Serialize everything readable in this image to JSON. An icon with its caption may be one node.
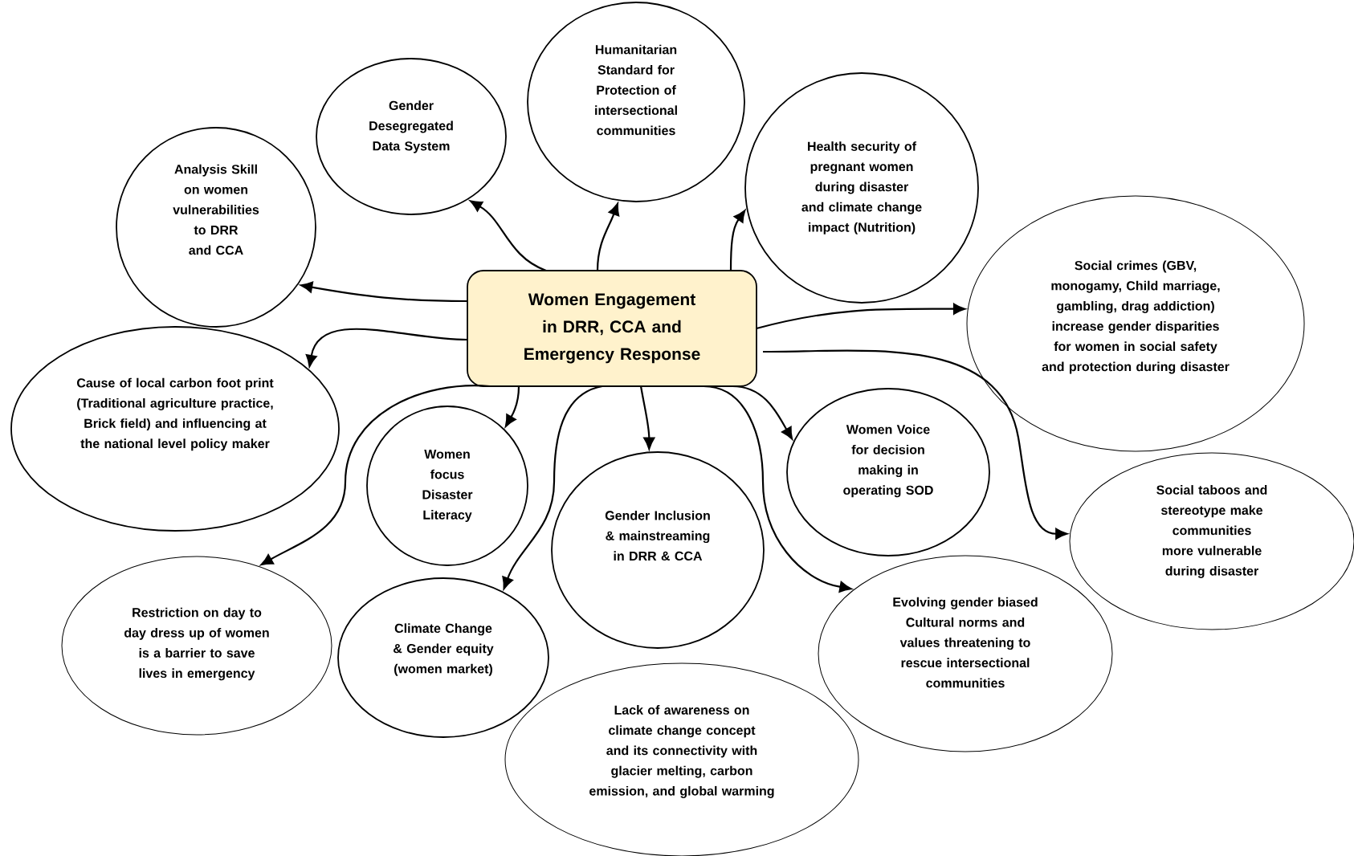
{
  "diagram": {
    "nodes": [
      {
        "text": [
          "Women Engagement in DRR, CCA and Emergency Response"
        ]
      },
      {
        "text": [
          "Analysis Skill on women vulnerabilities to DRR and CCA"
        ]
      },
      {
        "text": [
          "Gender Desegregated Data System"
        ]
      },
      {
        "text": [
          "Humanitarian Standard for Protection of intersectional communities"
        ]
      },
      {
        "text": [
          "Health security of pregnant women during disaster and climate change impact (Nutrition)"
        ]
      },
      {
        "text": [
          "Social crimes (GBV, monogamy, Child marriage, gambling, drag addiction) increase gender disparities for women in social safety and protection during disaster"
        ]
      },
      {
        "text": [
          "Cause of local carbon foot print (Traditional agriculture practice, Brick field) and influencing at the national level policy maker"
        ]
      },
      {
        "text": [
          "Women focus Disaster Literacy"
        ]
      },
      {
        "text": [
          "Gender Inclusion & mainstreaming in DRR & CCA"
        ]
      },
      {
        "text": [
          "Women Voice for decision making in operating SOD"
        ]
      },
      {
        "text": [
          "Social taboos and stereotype make communities more vulnerable during disaster"
        ]
      },
      {
        "text": [
          "Restriction on day to day dress up of women is a barrier to save lives in emergency"
        ]
      },
      {
        "text": [
          "Climate Change & Gender equity (women market)"
        ]
      },
      {
        "text": [
          "Evolving gender biased Cultural norms and values threatening to rescue intersectional communities"
        ]
      },
      {
        "text": [
          "Lack of awareness on climate change concept and its connectivity with glacier melting, carbon emission, and global warming"
        ]
      }
    ],
    "edges": [
      {
        "from": 0,
        "to": 1,
        "arrow": "to"
      },
      {
        "from": 0,
        "to": 2,
        "arrow": "to"
      },
      {
        "from": 0,
        "to": 3,
        "arrow": "to"
      },
      {
        "from": 0,
        "to": 4,
        "arrow": "to"
      },
      {
        "from": 0,
        "to": 5,
        "arrow": "to"
      },
      {
        "from": 0,
        "to": 6,
        "arrow": "to"
      },
      {
        "from": 0,
        "to": 11,
        "arrow": "to"
      },
      {
        "from": 0,
        "to": 7,
        "arrow": "to"
      },
      {
        "from": 0,
        "to": 12,
        "arrow": "to"
      },
      {
        "from": 0,
        "to": 8,
        "arrow": "to"
      },
      {
        "from": 0,
        "to": 13,
        "arrow": "to"
      },
      {
        "from": 0,
        "to": 9,
        "arrow": "to"
      },
      {
        "from": 0,
        "to": 10,
        "arrow": "to"
      }
    ]
  }
}
